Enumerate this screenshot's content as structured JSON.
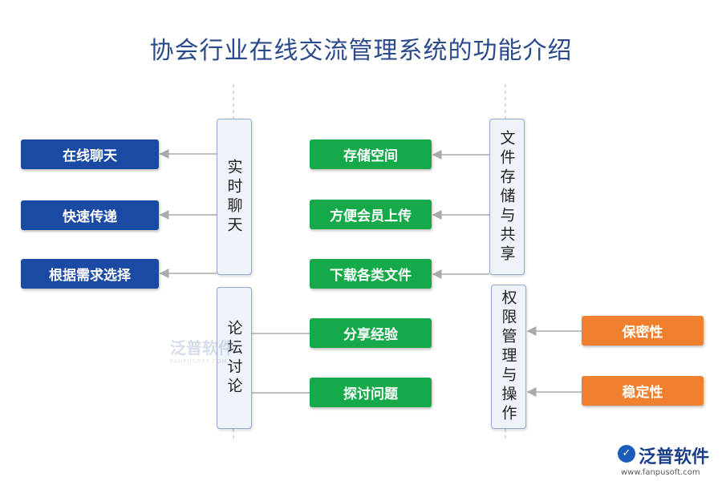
{
  "title": "协会行业在线交流管理系统的功能介绍",
  "groups": {
    "chat": "实时聊天",
    "forum": "论坛讨论",
    "files": "文件存储与共享",
    "perm": "权限管理与操作"
  },
  "items": {
    "chat": [
      "在线聊天",
      "快速传递",
      "根据需求选择"
    ],
    "files": [
      "存储空间",
      "方便会员上传",
      "下载各类文件"
    ],
    "forum": [
      "分享经验",
      "探讨问题"
    ],
    "perm": [
      "保密性",
      "稳定性"
    ]
  },
  "watermark": {
    "name": "泛普软件",
    "url": "FANPUSOFT.COM"
  },
  "logo": {
    "name": "泛普软件",
    "url": "www.fanpusoft.com"
  }
}
